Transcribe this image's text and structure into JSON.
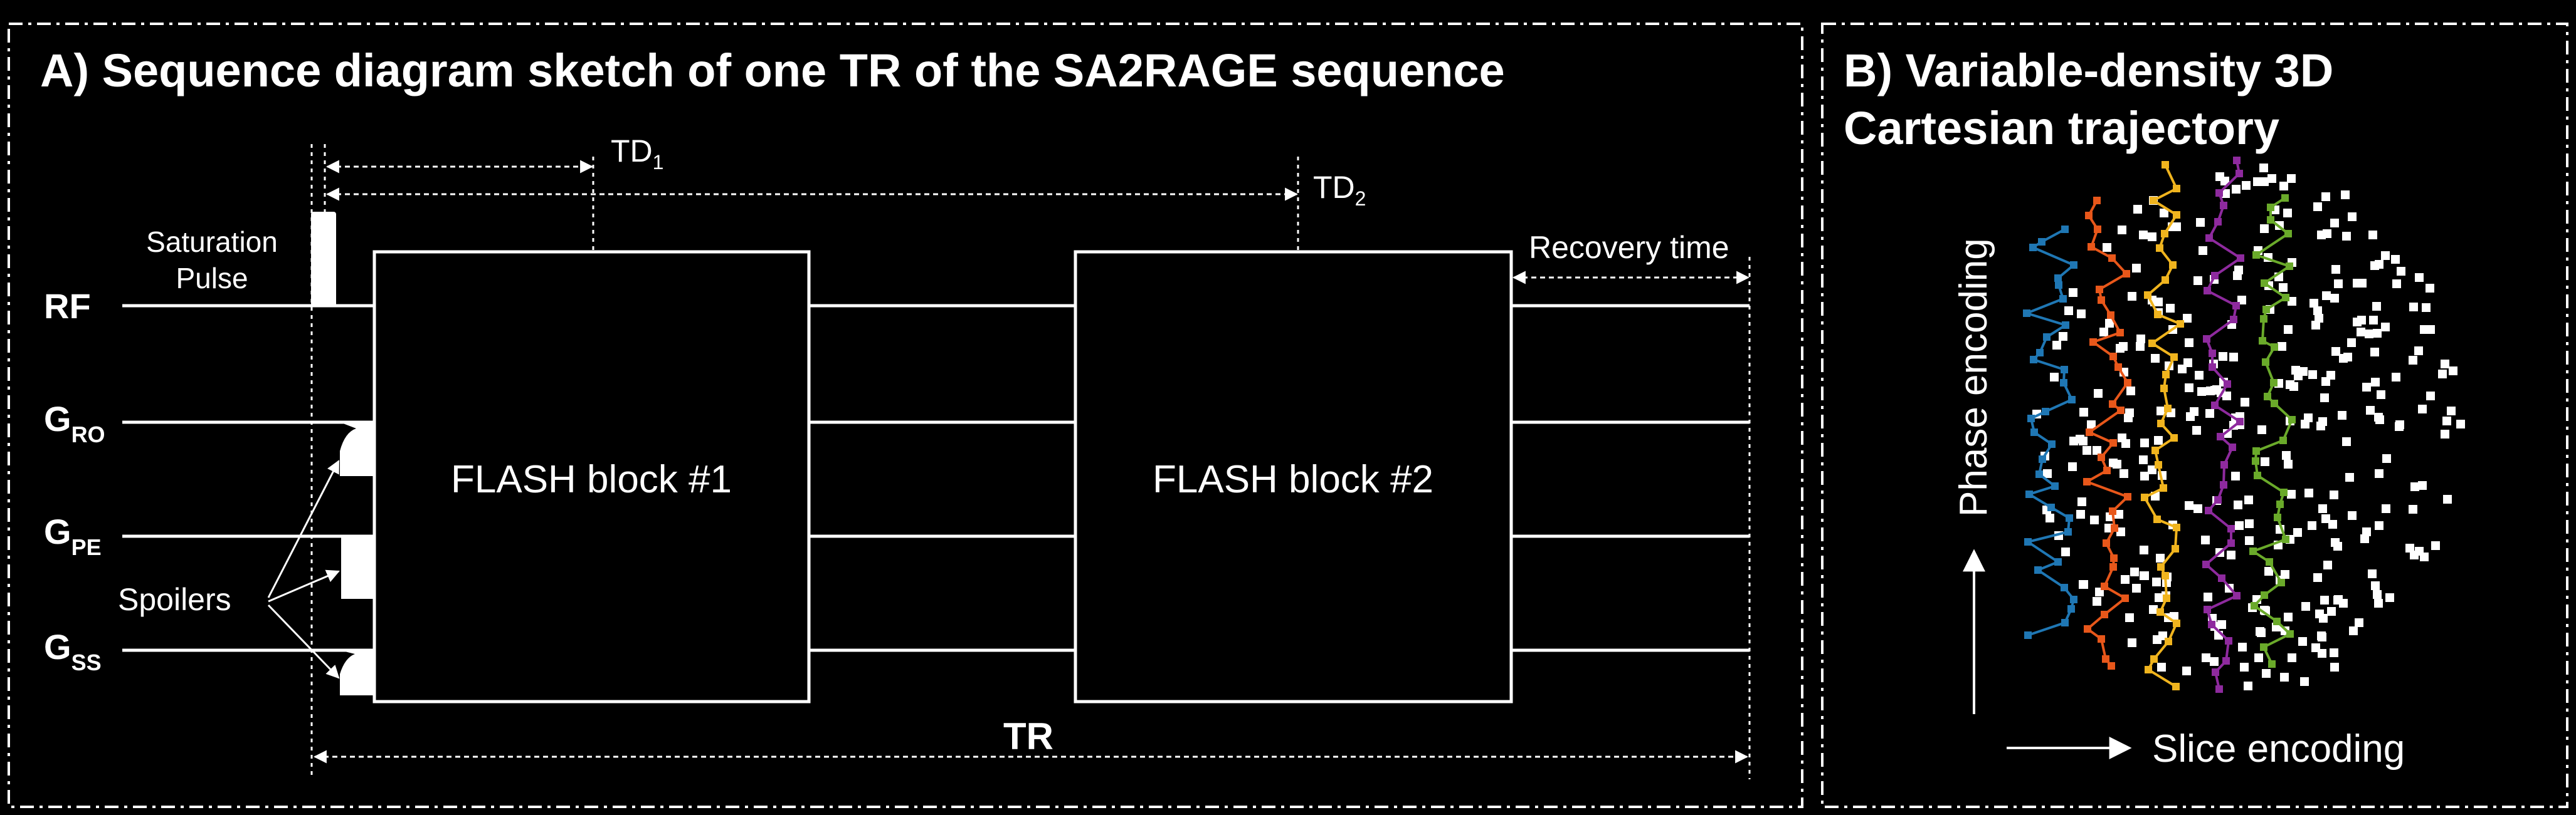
{
  "panel_a": {
    "title": "A) Sequence diagram sketch of one TR of the SA2RAGE sequence",
    "saturation_line1": "Saturation",
    "saturation_line2": "Pulse",
    "rf": "RF",
    "g_ro": "G",
    "g_ro_sub": "RO",
    "g_pe": "G",
    "g_pe_sub": "PE",
    "g_ss": "G",
    "g_ss_sub": "SS",
    "spoilers": "Spoilers",
    "block1": "FLASH block #1",
    "block2": "FLASH block #2",
    "td1": "TD",
    "td1_sub": "1",
    "td2": "TD",
    "td2_sub": "2",
    "recovery": "Recovery time",
    "tr": "TR"
  },
  "panel_b": {
    "title_line1": "B) Variable-density 3D",
    "title_line2": "Cartesian trajectory",
    "phase_label": "Phase encoding",
    "slice_label": "Slice encoding",
    "colors": {
      "blue": "#1f77b4",
      "orange": "#e8571a",
      "yellow": "#f0b41e",
      "purple": "#8e2a9e",
      "green": "#6aaa2a"
    }
  }
}
